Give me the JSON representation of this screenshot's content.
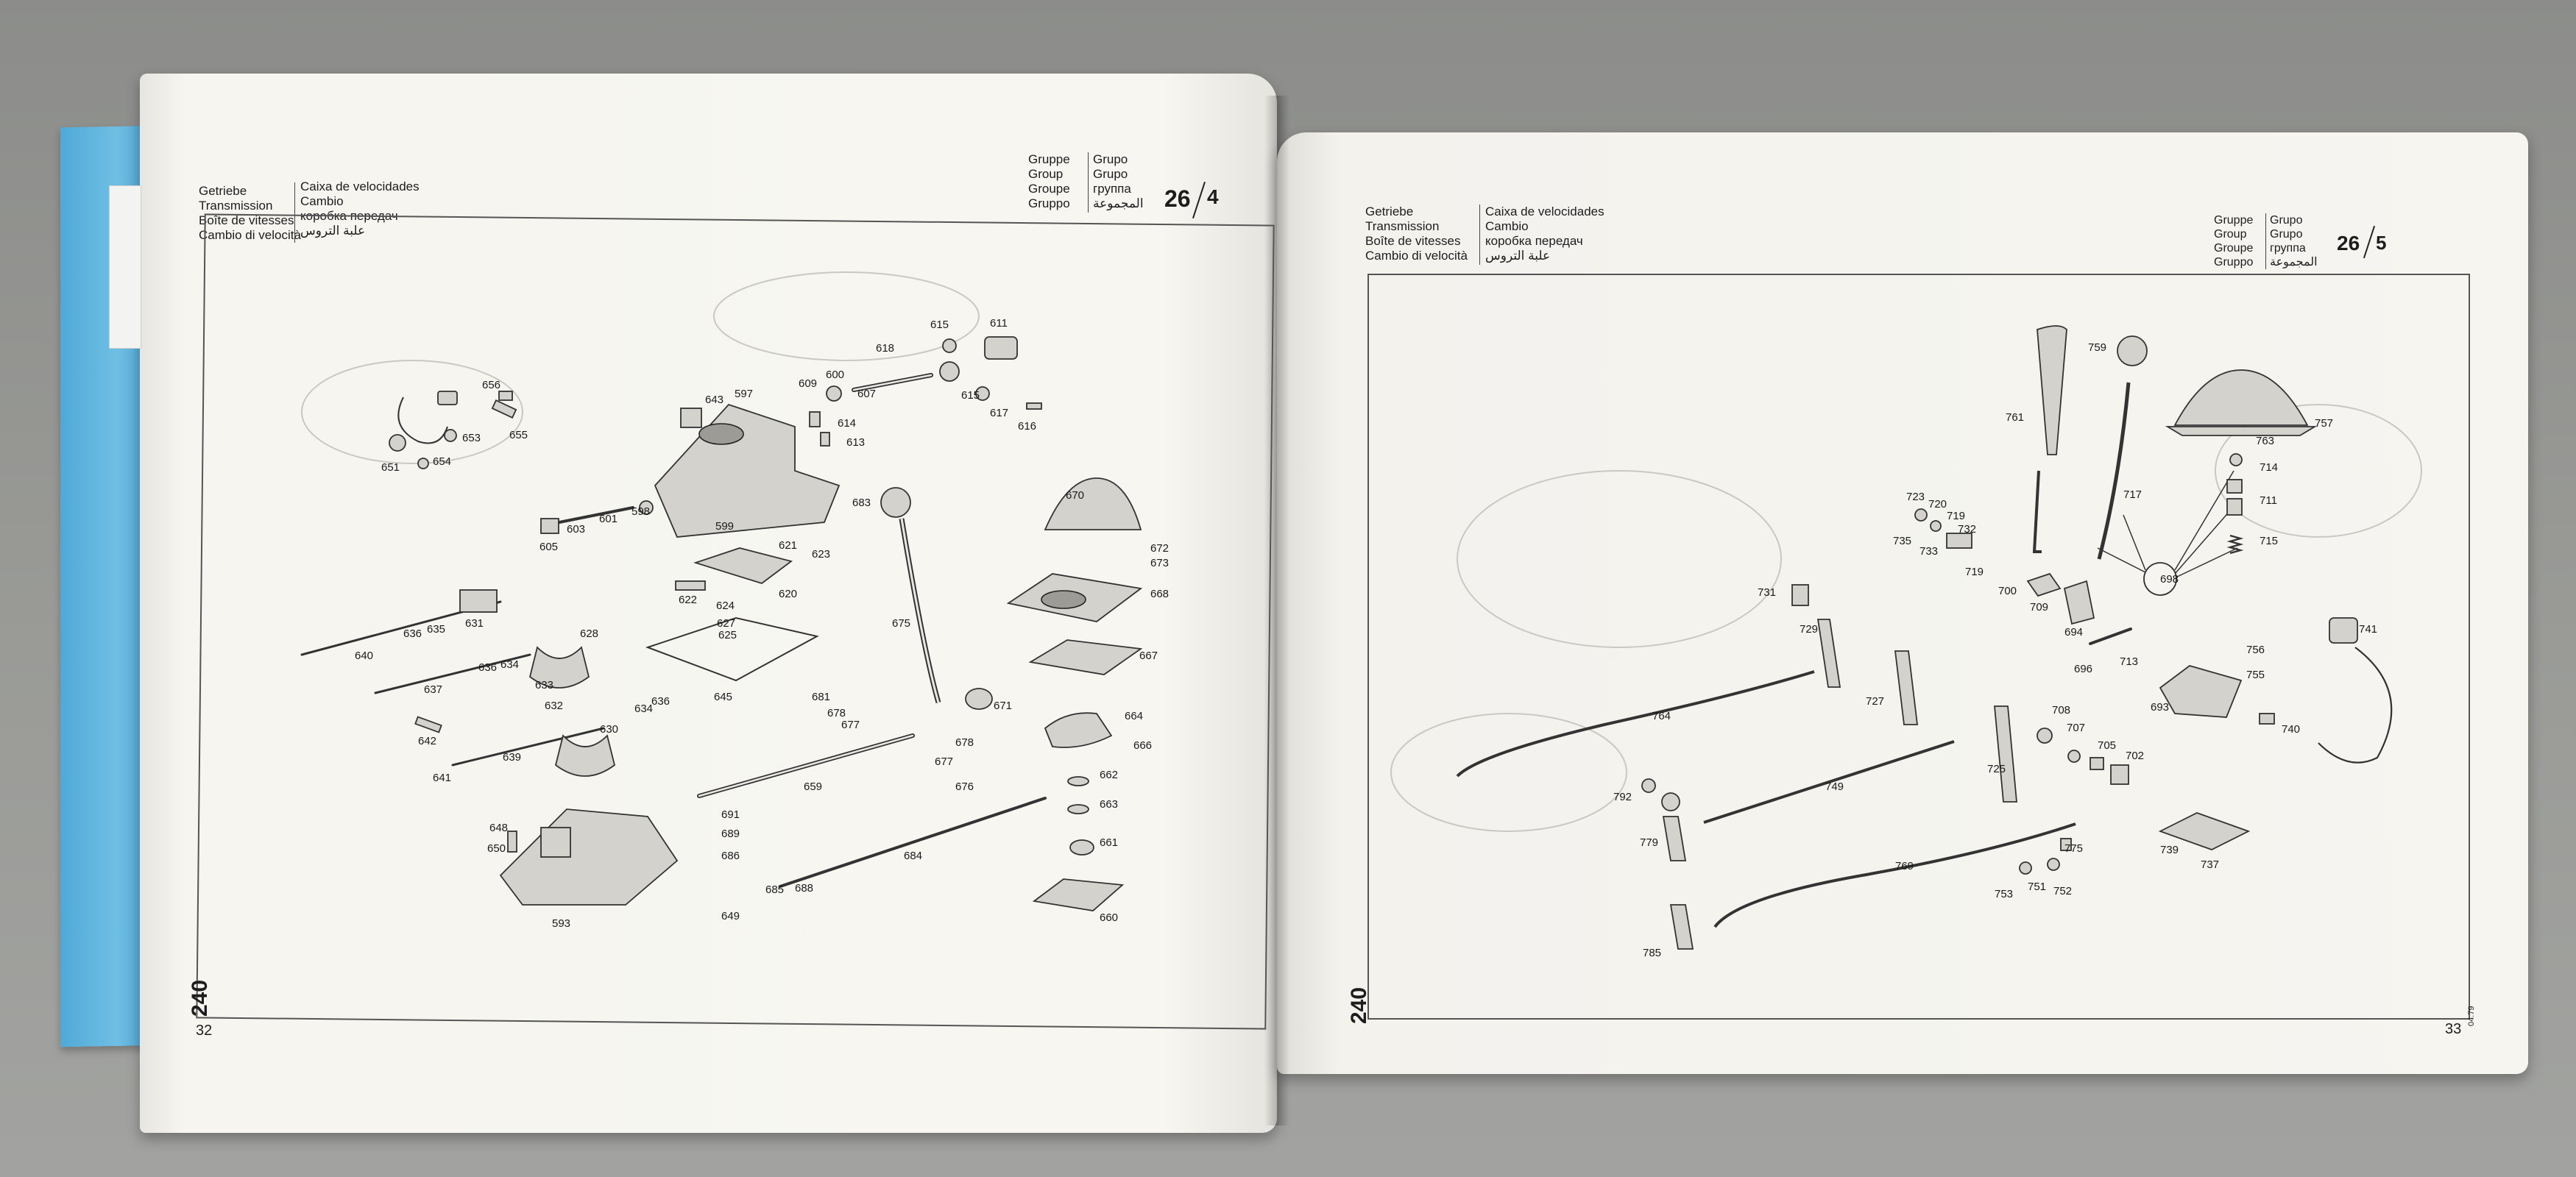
{
  "left_page": {
    "header_col1": [
      "Getriebe",
      "Transmission",
      "Boîte de vitesses",
      "Cambio di velocità"
    ],
    "header_col2": [
      "Caixa de velocidades",
      "Cambio",
      "коробка передач",
      "علبة التروس"
    ],
    "group_col1": [
      "Gruppe",
      "Group",
      "Groupe",
      "Gruppo"
    ],
    "group_col2": [
      "Grupo",
      "Grupo",
      "группа",
      "المجموعة"
    ],
    "group_main": "26",
    "group_sub": "4",
    "model": "240",
    "page_number": "32",
    "callouts": [
      "656",
      "655",
      "653",
      "651",
      "654",
      "643",
      "597",
      "609",
      "600",
      "607",
      "618",
      "615",
      "611",
      "615",
      "617",
      "616",
      "614",
      "613",
      "605",
      "603",
      "601",
      "598",
      "599",
      "621",
      "623",
      "683",
      "670",
      "672",
      "673",
      "622",
      "620",
      "624",
      "627",
      "625",
      "675",
      "668",
      "631",
      "635",
      "636",
      "640",
      "636",
      "634",
      "628",
      "637",
      "633",
      "632",
      "630",
      "634",
      "636",
      "645",
      "681",
      "678",
      "677",
      "667",
      "671",
      "642",
      "641",
      "639",
      "664",
      "666",
      "678",
      "677",
      "676",
      "659",
      "662",
      "663",
      "648",
      "650",
      "691",
      "689",
      "686",
      "685",
      "688",
      "684",
      "661",
      "660",
      "593",
      "649"
    ]
  },
  "right_page": {
    "header_col1": [
      "Getriebe",
      "Transmission",
      "Boîte de vitesses",
      "Cambio di velocità"
    ],
    "header_col2": [
      "Caixa de velocidades",
      "Cambio",
      "коробка передач",
      "علبة التروس"
    ],
    "group_col1": [
      "Gruppe",
      "Group",
      "Groupe",
      "Gruppo"
    ],
    "group_col2": [
      "Grupo",
      "Grupo",
      "группа",
      "المجموعة"
    ],
    "group_main": "26",
    "group_sub": "5",
    "model": "240",
    "date_code": "04.79",
    "page_number": "33",
    "callouts": [
      "759",
      "761",
      "757",
      "763",
      "714",
      "711",
      "717",
      "715",
      "723",
      "720",
      "719",
      "735",
      "733",
      "732",
      "719",
      "698",
      "700",
      "709",
      "731",
      "694",
      "729",
      "713",
      "741",
      "696",
      "756",
      "755",
      "727",
      "764",
      "708",
      "707",
      "705",
      "702",
      "693",
      "740",
      "725",
      "749",
      "792",
      "779",
      "769",
      "775",
      "739",
      "737",
      "753",
      "751",
      "752",
      "785"
    ]
  },
  "colors": {
    "cover_blue": "#4fa9d6",
    "paper": "#f6f5f0",
    "ink": "#1d1d1d"
  }
}
